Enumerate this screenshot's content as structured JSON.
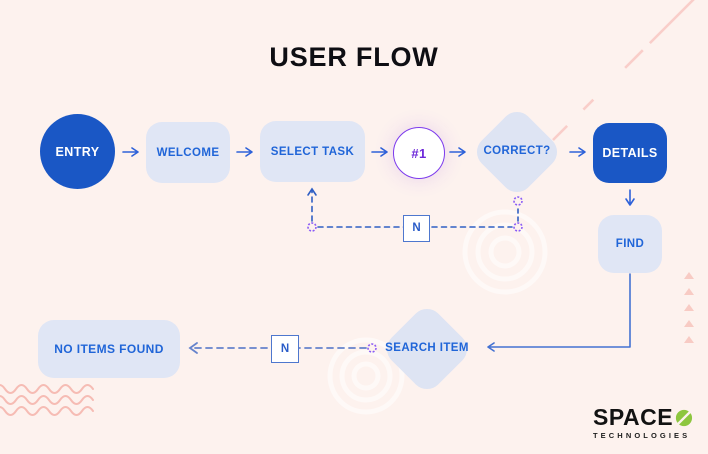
{
  "header": {
    "title": "USER FLOW"
  },
  "nodes": {
    "entry": {
      "label": "ENTRY",
      "shape": "circle",
      "variant": "solid-blue"
    },
    "welcome": {
      "label": "WELCOME",
      "shape": "rounded-rect",
      "variant": "lavender"
    },
    "select_task": {
      "label": "SELECT TASK",
      "shape": "rounded-rect",
      "variant": "lavender"
    },
    "step_one": {
      "label": "#1",
      "shape": "circle",
      "variant": "purple-outline"
    },
    "correct": {
      "label": "CORRECT?",
      "shape": "diamond",
      "variant": "lavender"
    },
    "details": {
      "label": "DETAILS",
      "shape": "rounded-rect",
      "variant": "solid-blue"
    },
    "find": {
      "label": "FIND",
      "shape": "rounded-rect",
      "variant": "lavender"
    },
    "search_item": {
      "label": "SEARCH ITEM",
      "shape": "diamond",
      "variant": "lavender"
    },
    "no_items_found": {
      "label": "NO ITEMS FOUND",
      "shape": "rounded-rect",
      "variant": "lavender"
    }
  },
  "branch_labels": {
    "n_top": "N",
    "n_bottom": "N"
  },
  "logo": {
    "brand": "SPACE",
    "subtitle": "TECHNOLOGIES"
  },
  "colors": {
    "background": "#FDF2EE",
    "primary_blue": "#1A57C5",
    "node_fill": "#E0E6F5",
    "node_text_blue": "#2065D8",
    "accent_purple": "#7C3AED",
    "connector_blue": "#3E68C8",
    "decor_pink": "#F7C6BF",
    "logo_green": "#8DC63F"
  }
}
